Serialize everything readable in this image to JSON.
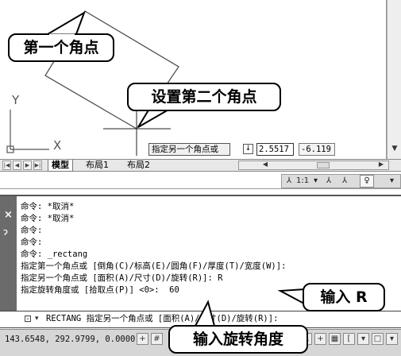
{
  "callouts": {
    "first_corner": "第一个角点",
    "second_corner": "设置第二个角点",
    "input_r": "输入 R",
    "input_angle": "输入旋转角度"
  },
  "ucs": {
    "y_label": "Y",
    "x_label": "X"
  },
  "dynamic_input": {
    "prompt": "指定另一个角点或",
    "option_icon": "↓",
    "x_value": "2.5517",
    "y_value": "-6.119"
  },
  "tabs": {
    "model": "模型",
    "layout1": "布局1",
    "layout2": "布局2"
  },
  "annotation": {
    "scale": "1:1"
  },
  "command_history": [
    "命令: *取消*",
    "命令: *取消*",
    "命令:",
    "命令:",
    "命令: _rectang",
    "指定第一个角点或 [倒角(C)/标高(E)/圆角(F)/厚度(T)/宽度(W)]:",
    "指定另一个角点或 [面积(A)/尺寸(D)/旋转(R)]: R",
    "指定旋转角度或 [拾取点(P)] <0>:  60"
  ],
  "command_input": "RECTANG 指定另一个角点或 [面积(A)/尺寸(D)/旋转(R)]:",
  "status": {
    "coordinates": "143.6548, 292.9799, 0.0000"
  }
}
